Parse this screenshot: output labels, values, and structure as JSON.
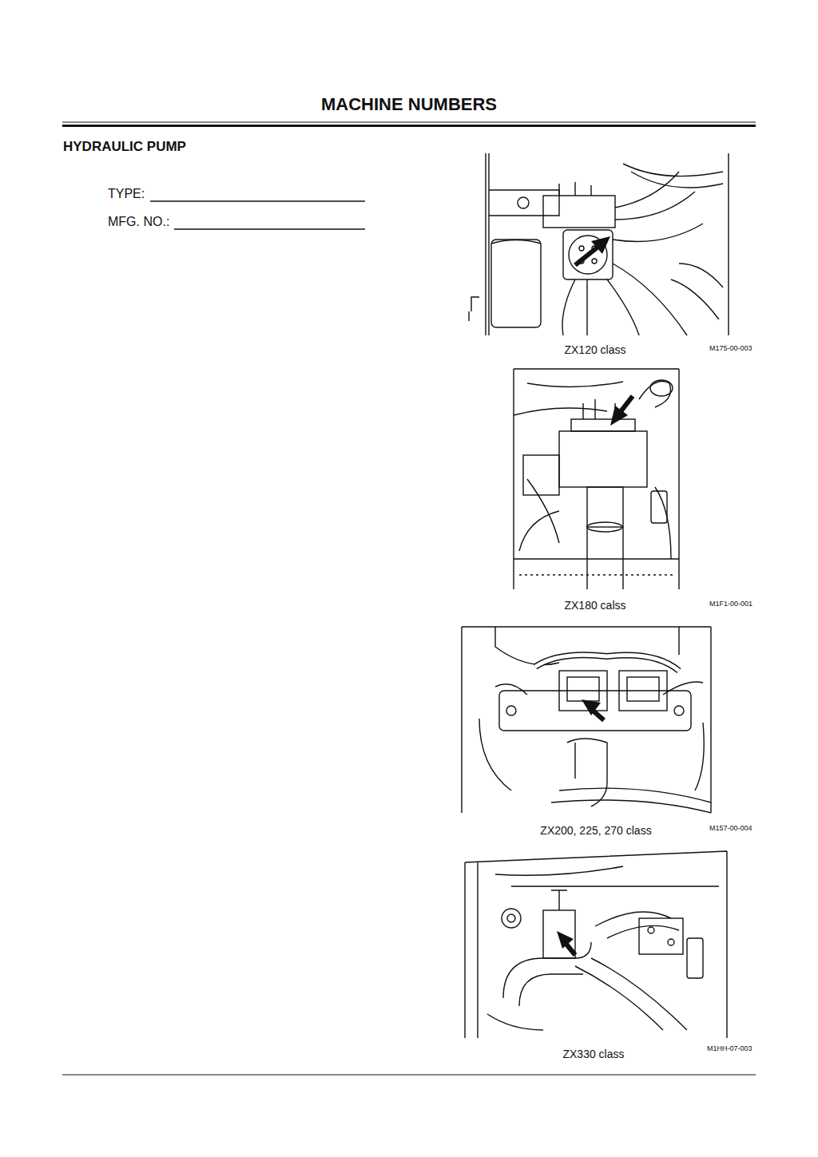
{
  "diagram": {
    "title": "MACHINE NUMBERS",
    "labels": [
      "HYDRAULIC PUMP",
      "TYPE:",
      "MFG. NO.:",
      "ZX120 class",
      "M175-00-003",
      "ZX180 calss",
      "M1F1-00-001",
      "ZX200, 225, 270 class",
      "M157-00-004",
      "ZX330 class",
      "M1HH-07-003"
    ]
  }
}
